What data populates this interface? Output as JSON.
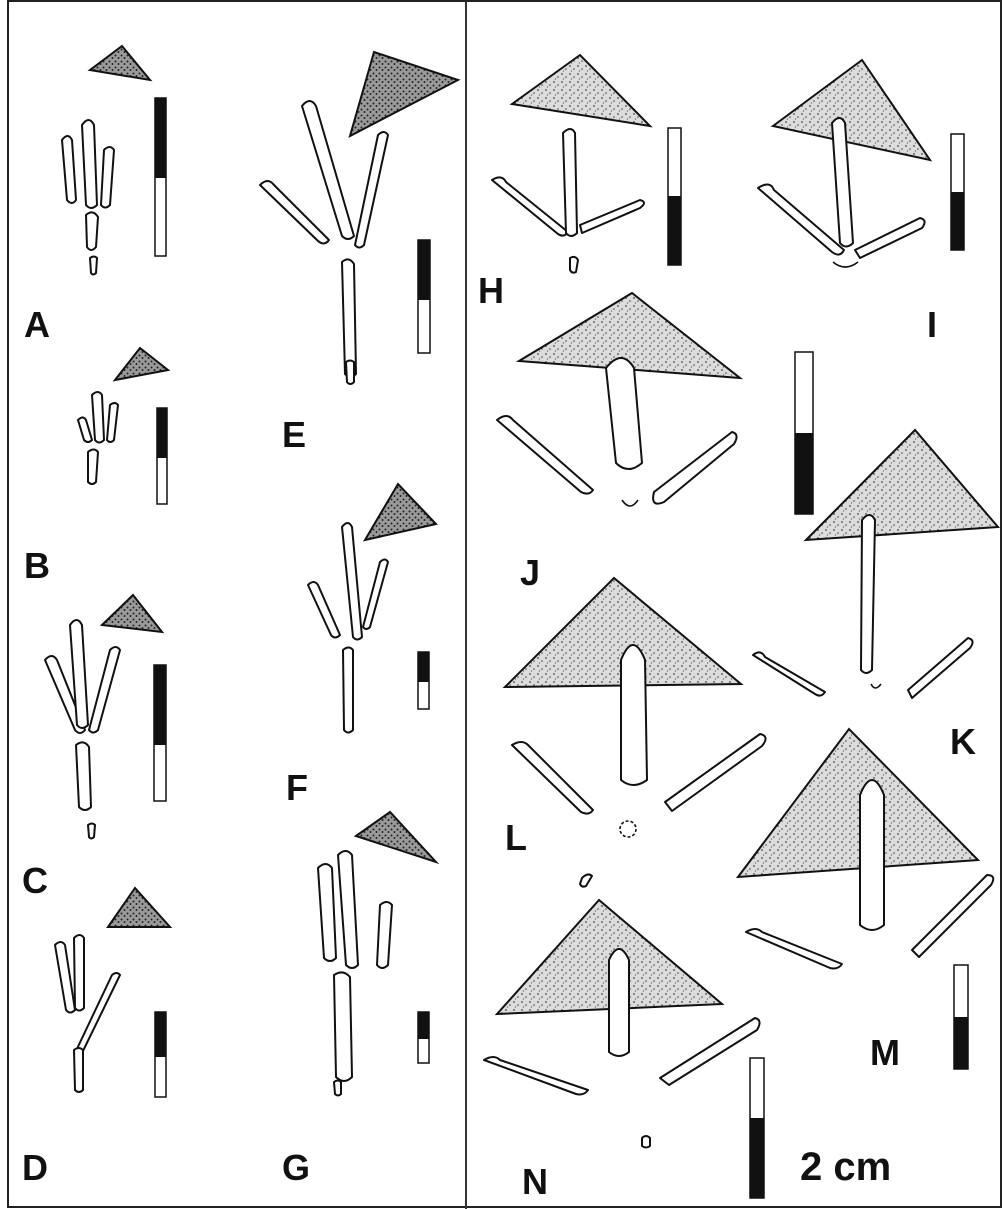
{
  "figure": {
    "panels": [
      {
        "label": "A"
      },
      {
        "label": "B"
      },
      {
        "label": "C"
      },
      {
        "label": "D"
      },
      {
        "label": "E"
      },
      {
        "label": "F"
      },
      {
        "label": "G"
      },
      {
        "label": "H"
      },
      {
        "label": "I"
      },
      {
        "label": "J"
      },
      {
        "label": "K"
      },
      {
        "label": "L"
      },
      {
        "label": "M"
      },
      {
        "label": "N"
      }
    ],
    "scale_label": "2 cm",
    "colors": {
      "ink": "#111111",
      "stipple_fill": "#c9c9c9",
      "dark_stipple_fill": "#8a8a8a",
      "background": "#ffffff"
    }
  }
}
